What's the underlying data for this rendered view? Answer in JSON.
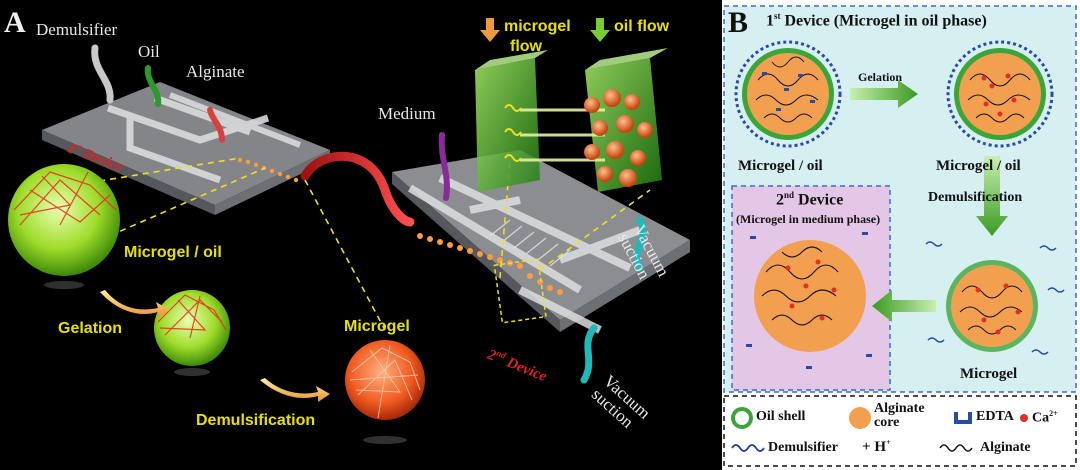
{
  "panel_a": {
    "letter": "A",
    "labels": {
      "demulsifier": "Demulsifier",
      "oil": "Oil",
      "alginate": "Alginate",
      "medium": "Medium",
      "microgel_flow_1": "microgel",
      "microgel_flow_2": "flow",
      "oil_flow": "oil flow",
      "device1_num": "1",
      "device1_sup": "st",
      "device1_word": "Device",
      "device2_num": "2",
      "device2_sup": "nd",
      "device2_word": "Device",
      "vacuum_suction_top_1": "Vacuum",
      "vacuum_suction_top_2": "suction",
      "vacuum_suction_bottom_1": "Vacuum",
      "vacuum_suction_bottom_2": "suction",
      "microgel_oil": "Microgel / oil",
      "gelation": "Gelation",
      "demulsification": "Demulsification",
      "microgel": "Microgel"
    }
  },
  "panel_b": {
    "letter": "B",
    "device1_title_num": "1",
    "device1_title_sup": "st",
    "device1_title_rest": "Device (Microgel in oil phase)",
    "gelation": "Gelation",
    "microgel_oil_left": "Microgel / oil",
    "microgel_oil_right": "Microgel / oil",
    "demulsification": "Demulsification",
    "device2_title_num": "2",
    "device2_title_sup": "nd",
    "device2_title_word": "Device",
    "device2_subtitle": "(Microgel in medium phase)",
    "microgel": "Microgel",
    "legend": {
      "oil_shell": "Oil shell",
      "alginate_core_1": "Alginate",
      "alginate_core_2": "core",
      "edta": "EDTA",
      "ca": "Ca",
      "ca_sup": "2+",
      "demulsifier": "Demulsifier",
      "h": "H",
      "h_sup": "+",
      "alginate": "Alginate"
    }
  },
  "colors": {
    "panel_a_bg": "#000000",
    "cyan_box": "#d6f0f2",
    "pink_box": "#e4c6e6",
    "alginate_orange": "#f2a050",
    "oil_shell_green": "#3aa63a",
    "edta_blue": "#2a4aa8",
    "ca_red": "#e03020",
    "label_yellow": "#e8e000",
    "label_red": "#e02020"
  }
}
